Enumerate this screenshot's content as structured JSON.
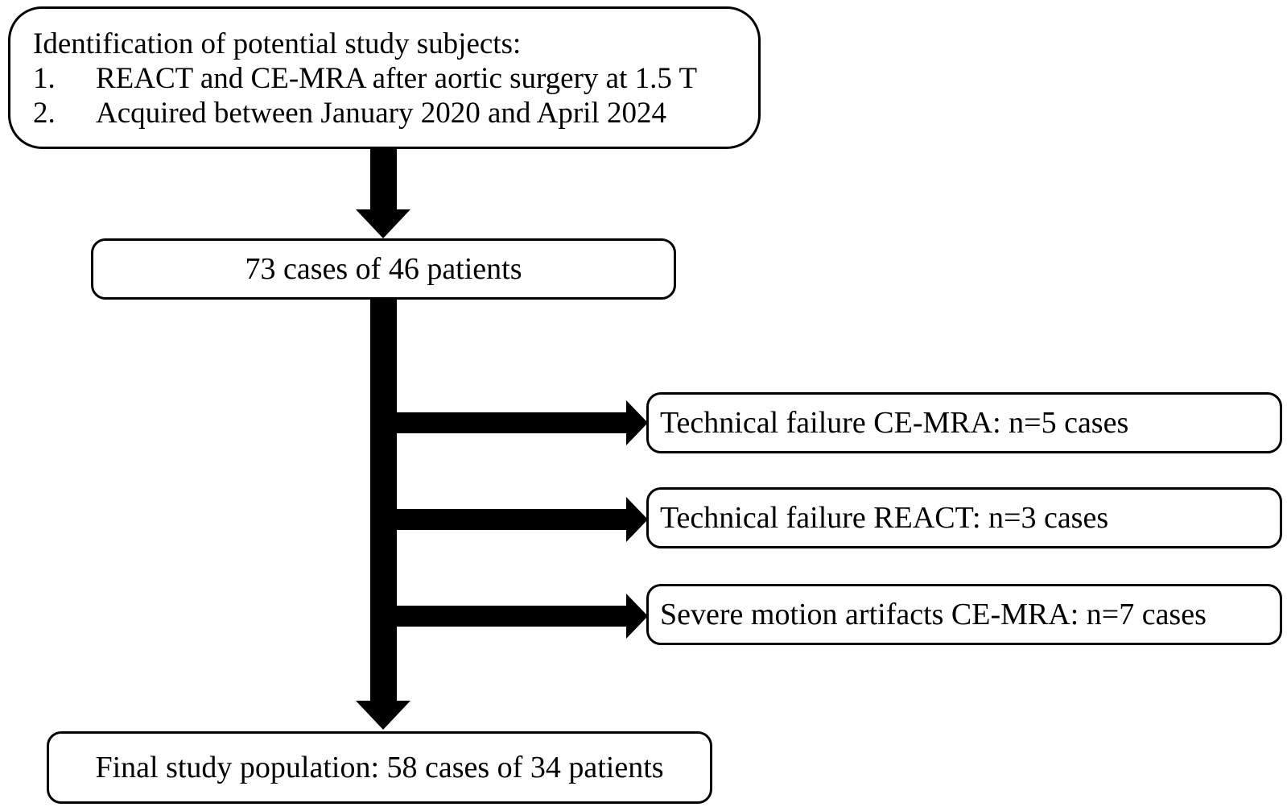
{
  "diagram": {
    "background_color": "#ffffff",
    "line_color": "#000000",
    "identification": {
      "title": "Identification of potential study subjects:",
      "items": [
        {
          "number": "1.",
          "text": "REACT and CE-MRA after aortic surgery at 1.5 T"
        },
        {
          "number": "2.",
          "text": "Acquired between January 2020 and April 2024"
        }
      ]
    },
    "cases": {
      "text": "73 cases of 46 patients"
    },
    "exclusions": [
      {
        "text": "Technical failure CE-MRA: n=5 cases"
      },
      {
        "text": "Technical failure REACT: n=3 cases"
      },
      {
        "text": "Severe motion artifacts CE-MRA: n=7 cases"
      }
    ],
    "final": {
      "text": "Final study population: 58 cases of 34 patients"
    }
  }
}
